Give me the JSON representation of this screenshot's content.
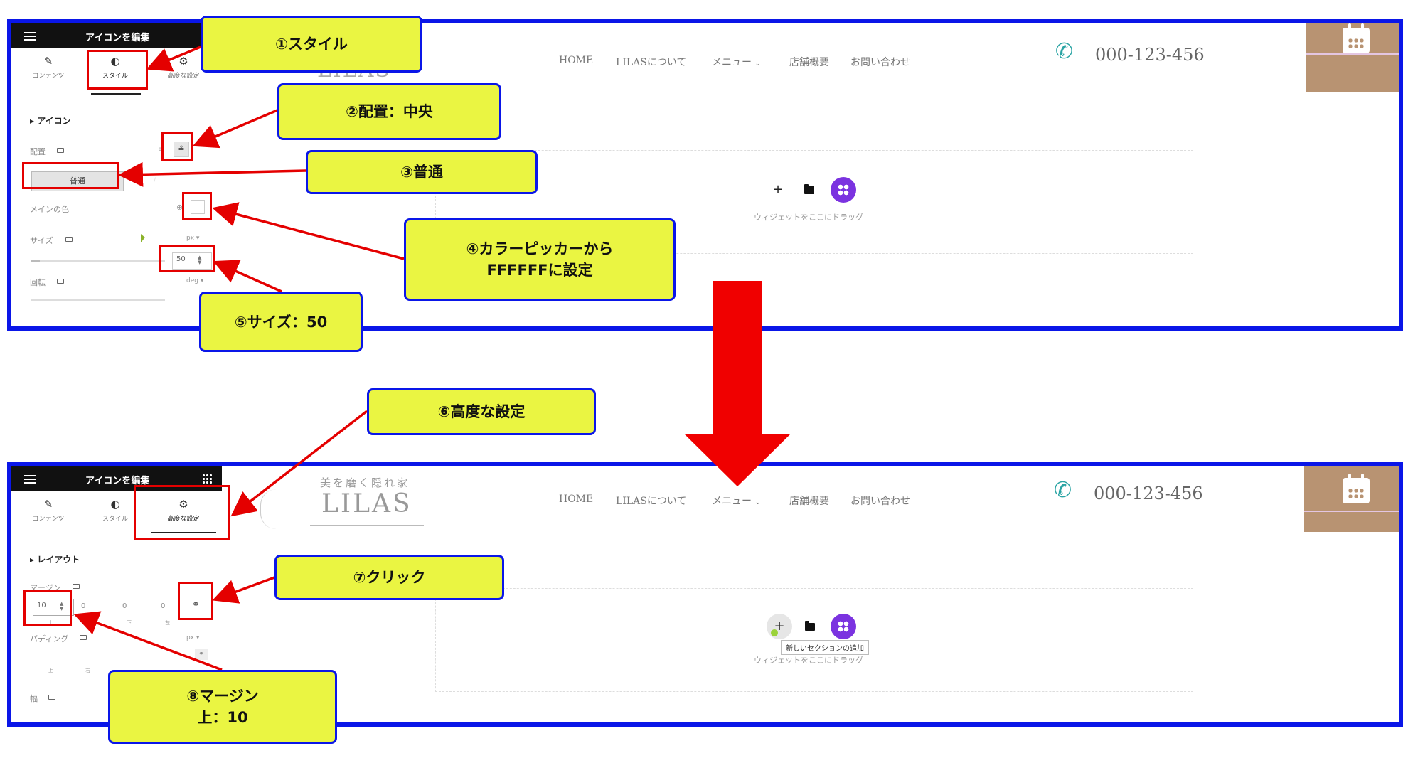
{
  "step1": {
    "panel": {
      "title": "アイコンを編集",
      "tabs": [
        {
          "label": "コンテンツ",
          "icon": "pencil-icon"
        },
        {
          "label": "スタイル",
          "icon": "half-circle-icon"
        },
        {
          "label": "高度な設定",
          "icon": "gear-icon"
        }
      ],
      "section": "アイコン",
      "align_label": "配置",
      "view_button": "普通",
      "main_color_label": "メインの色",
      "size_label": "サイズ",
      "size_unit": "px",
      "size_value": "50",
      "rotate_label": "回転",
      "rotate_unit": "deg"
    }
  },
  "step2": {
    "panel": {
      "title": "アイコンを編集",
      "tabs": [
        {
          "label": "コンテンツ",
          "icon": "pencil-icon"
        },
        {
          "label": "スタイル",
          "icon": "half-circle-icon"
        },
        {
          "label": "高度な設定",
          "icon": "gear-icon"
        }
      ],
      "section": "レイアウト",
      "margin_label": "マージン",
      "margin_values": [
        "10",
        "0",
        "0",
        "0"
      ],
      "margin_sub": [
        "上",
        "右",
        "下",
        "左"
      ],
      "padding_label": "パディング",
      "padding_unit": "px",
      "padding_sub": [
        "上",
        "右"
      ],
      "width_label": "幅"
    },
    "tooltip": "新しいセクションの追加"
  },
  "site": {
    "logo_tagline": "美を磨く隠れ家",
    "logo_name": "LILAS",
    "logo_partial": "LILAS",
    "nav": [
      "HOME",
      "LILASについて",
      "メニュー",
      "店舗概要",
      "お問い合わせ"
    ],
    "phone": "000-123-456",
    "drop_text": "ウィジェットをここにドラッグ"
  },
  "callouts": {
    "c1": "①スタイル",
    "c2": "②配置：中央",
    "c3": "③普通",
    "c4_line1": "④カラーピッカーから",
    "c4_line2": "FFFFFFに設定",
    "c5": "⑤サイズ：50",
    "c6": "⑥高度な設定",
    "c7": "⑦クリック",
    "c8_line1": "⑧マージン",
    "c8_line2": "上：10"
  },
  "colors": {
    "frame_border": "#0a16e8",
    "callout_fill": "#eaf542",
    "highlight_red": "#e40000",
    "big_arrow": "#f00000",
    "phone_teal": "#2aa4a4",
    "calendar_bg": "#b89372",
    "add_button_purple": "#7b33e0"
  }
}
